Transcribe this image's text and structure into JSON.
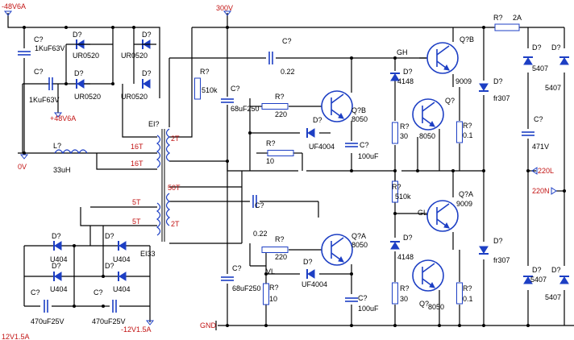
{
  "rails": {
    "neg48": "-48V6A",
    "pos48": "+48V6A",
    "zero": "0V",
    "hv": "300V",
    "gnd": "GND",
    "neg12": "-12V1.5A",
    "cut": "12V1.5A"
  },
  "nets": {
    "gh": "GH",
    "gl": "GL",
    "vl": "VL",
    "l220": "220L",
    "n220": "220N"
  },
  "transformer": {
    "ref": "EI?",
    "core": "EI33",
    "w16a": "16T",
    "w16b": "16T",
    "w2a": "2T",
    "w50": "50T",
    "w5a": "5T",
    "w5b": "5T",
    "w2b": "2T"
  },
  "designators": {
    "c": "C?",
    "d": "D?",
    "r": "R?",
    "l": "L?",
    "q": "Q?",
    "qb": "Q?B",
    "qa": "Q?A"
  },
  "values": {
    "c_1k": "1KuF63V",
    "d_ur": "UR0520",
    "d_u404": "U404",
    "d_4148": "4148",
    "d_uf4004": "UF4004",
    "d_fr307": "fr307",
    "d_5407": "5407",
    "r_510k": "510k",
    "r_220": "220",
    "r_10": "10",
    "r_30": "30",
    "r_01": "0.1",
    "c_68u": "68uF250",
    "c_022": "0.22",
    "c_100u": "100uF",
    "c_470": "470uF25V",
    "c_471v": "471V",
    "l_33": "33uH",
    "q_9009": "9009",
    "q_8050": "8050",
    "f_2a": "2A"
  },
  "colors": {
    "wire": "#000000",
    "part": "#1d3fc4",
    "label": "#c21313"
  },
  "icons": [
    "diode-icon",
    "resistor-icon",
    "capacitor-icon",
    "transistor-icon",
    "inductor-icon",
    "transformer-icon",
    "ground-icon",
    "terminal-icon"
  ]
}
